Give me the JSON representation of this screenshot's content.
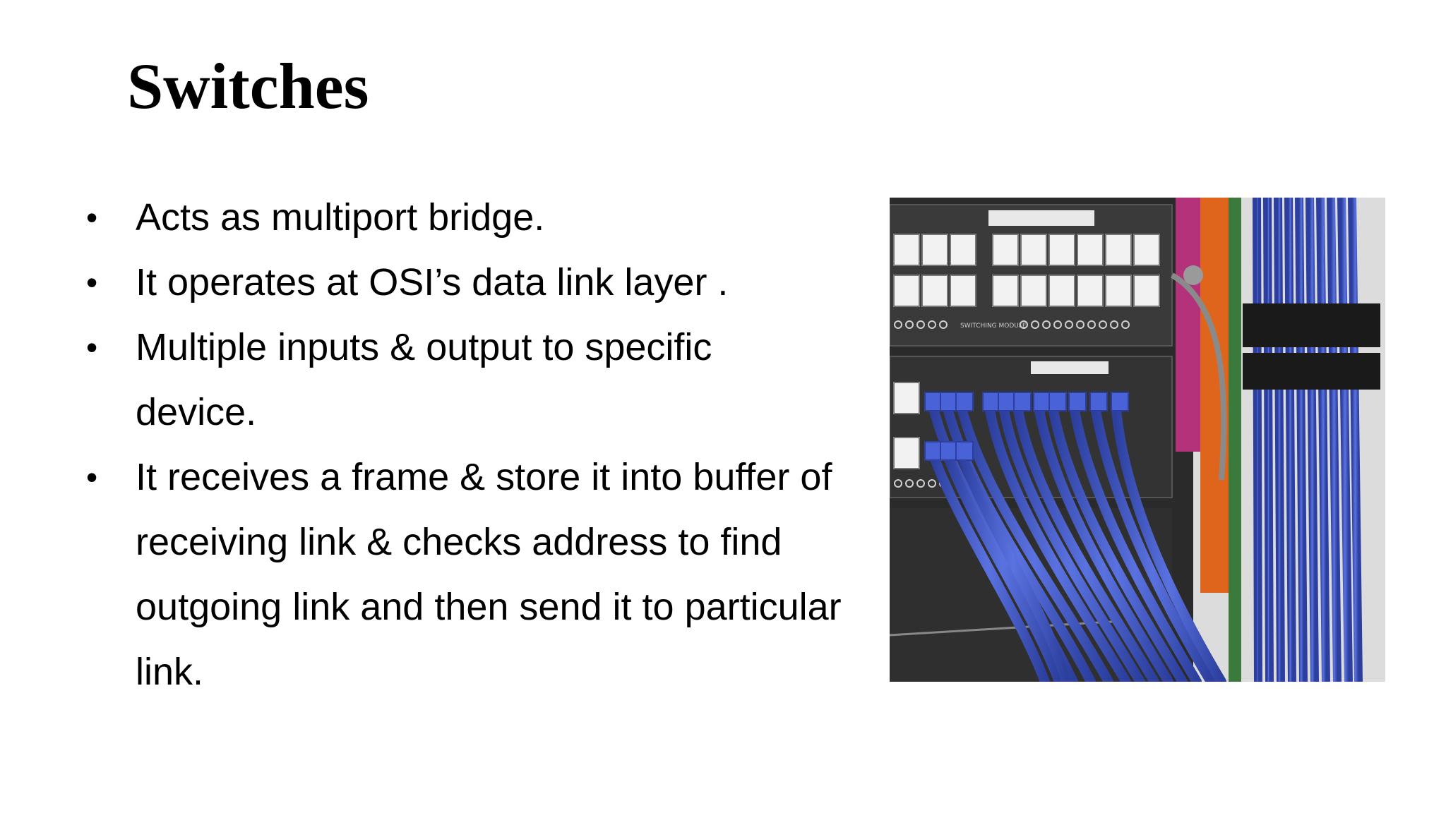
{
  "slide": {
    "title": "Switches",
    "bullets": [
      {
        "marker": "•",
        "text": "Acts as multiport bridge."
      },
      {
        "marker": "•",
        "text": "It operates at OSI’s data link layer ."
      },
      {
        "marker": "•",
        "text": "Multiple inputs & output to specific device."
      },
      {
        "marker": "•",
        "text": "It receives a frame & store it into buffer of receiving link & checks address to find outgoing link and then send it to particular link."
      }
    ],
    "image": {
      "subject": "network switch with blue ethernet cables",
      "label_text": "SWITCHING MODULE"
    }
  },
  "colors": {
    "text": "#000000",
    "background": "#ffffff",
    "cable_blue": "#3b52c4",
    "cable_orange": "#e0651c",
    "switch_chassis": "#2c2c2c"
  }
}
